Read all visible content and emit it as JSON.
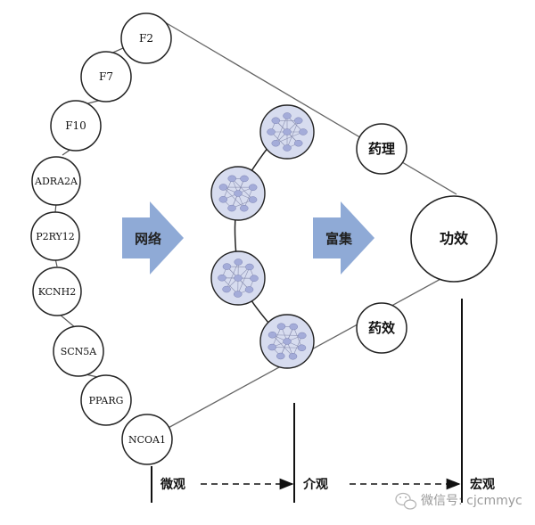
{
  "targets": [
    "F2",
    "F7",
    "F10",
    "ADRA2A",
    "P2RY12",
    "KCNH2",
    "SCN5A",
    "PPARG",
    "NCOA1"
  ],
  "arrows": {
    "network": "网络",
    "enrich": "富集"
  },
  "mechanisms": {
    "pharmacology": "药理",
    "efficacy_node": "药效"
  },
  "outcome": {
    "function": "功效"
  },
  "scales": {
    "micro": "微观",
    "meso": "介观",
    "macro": "宏观"
  },
  "watermark": {
    "text": "微信号: cjcmmyc",
    "icon": "wechat-logo-icon"
  },
  "network_clusters": 4,
  "colors": {
    "arrow_fill": "#8faad6",
    "arrow_text": "#222222",
    "cluster_fill": "#d7dcef",
    "cluster_node": "#a4acd9",
    "line": "#666666"
  }
}
